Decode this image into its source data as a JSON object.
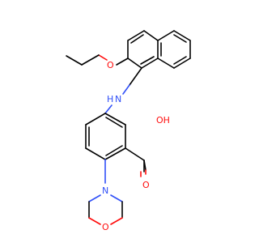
{
  "molecule": {
    "atom_labels": {
      "ether_oxygen": "O",
      "amine": "N",
      "amine_hydrogen": "H",
      "acid_oh": "OH",
      "acid_carbonyl_oxygen": "O",
      "morpholine_nitrogen": "N",
      "morpholine_oxygen": "O"
    },
    "colors": {
      "carbon_bonds": "#000000",
      "oxygen": "#ff0d0d",
      "nitrogen": "#3050f8",
      "background": "#ffffff"
    }
  }
}
